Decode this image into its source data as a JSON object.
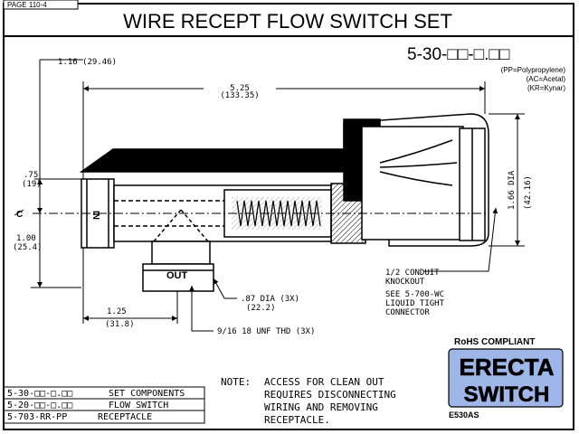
{
  "page_ref": "PAGE 110-4",
  "title": "WIRE RECEPT FLOW SWITCH SET",
  "part_number": "5-30-□□-□.□□",
  "materials": [
    "(PP=Polypropylene)",
    "(AC=Acetal)",
    "(KR=Kynar)"
  ],
  "dims": {
    "d_116": "1.16 (29.46)",
    "d_525": "5.25",
    "d_525_mm": "(133.35)",
    "d_075": ".75",
    "d_075_mm": "(19)",
    "d_100": "1.00",
    "d_100_mm": "(25.4)",
    "d_125": "1.25",
    "d_125_mm": "(31.8)",
    "d_166": "1.66 DIA",
    "d_166_mm": "(42.16)",
    "d_087": ".87 DIA (3X)",
    "d_087_mm": "(22.2)"
  },
  "labels": {
    "centerline": "C",
    "inlet": "IN",
    "outlet": "OUT",
    "thread": "9/16 18 UNF THD (3X)",
    "conduit_1": "1/2 CONDUIT",
    "conduit_2": "KNOCKOUT",
    "see_1": "SEE 5-700-WC",
    "see_2": "LIQUID TIGHT",
    "see_3": "CONNECTOR"
  },
  "rohs": "RoHS COMPLIANT",
  "table": [
    {
      "part": "5-30-□□-□.□□",
      "desc": "SET COMPONENTS"
    },
    {
      "part": "5-20-□□-□.□□",
      "desc": "FLOW SWITCH"
    },
    {
      "part": "5-703-RR-PP",
      "desc": "RECEPTACLE"
    }
  ],
  "note": {
    "prefix": "NOTE:",
    "lines": [
      "ACCESS FOR CLEAN OUT",
      "REQUIRES DISCONNECTING",
      "WIRING AND REMOVING",
      "RECEPTACLE."
    ]
  },
  "logo": {
    "line1": "ERECTA",
    "line2": "SWITCH",
    "code": "E530AS"
  },
  "colors": {
    "logo_bg": "#9fb7e8",
    "logo_text": "#1b3f96",
    "ink": "#000000",
    "body_fill": "#ffffff"
  }
}
